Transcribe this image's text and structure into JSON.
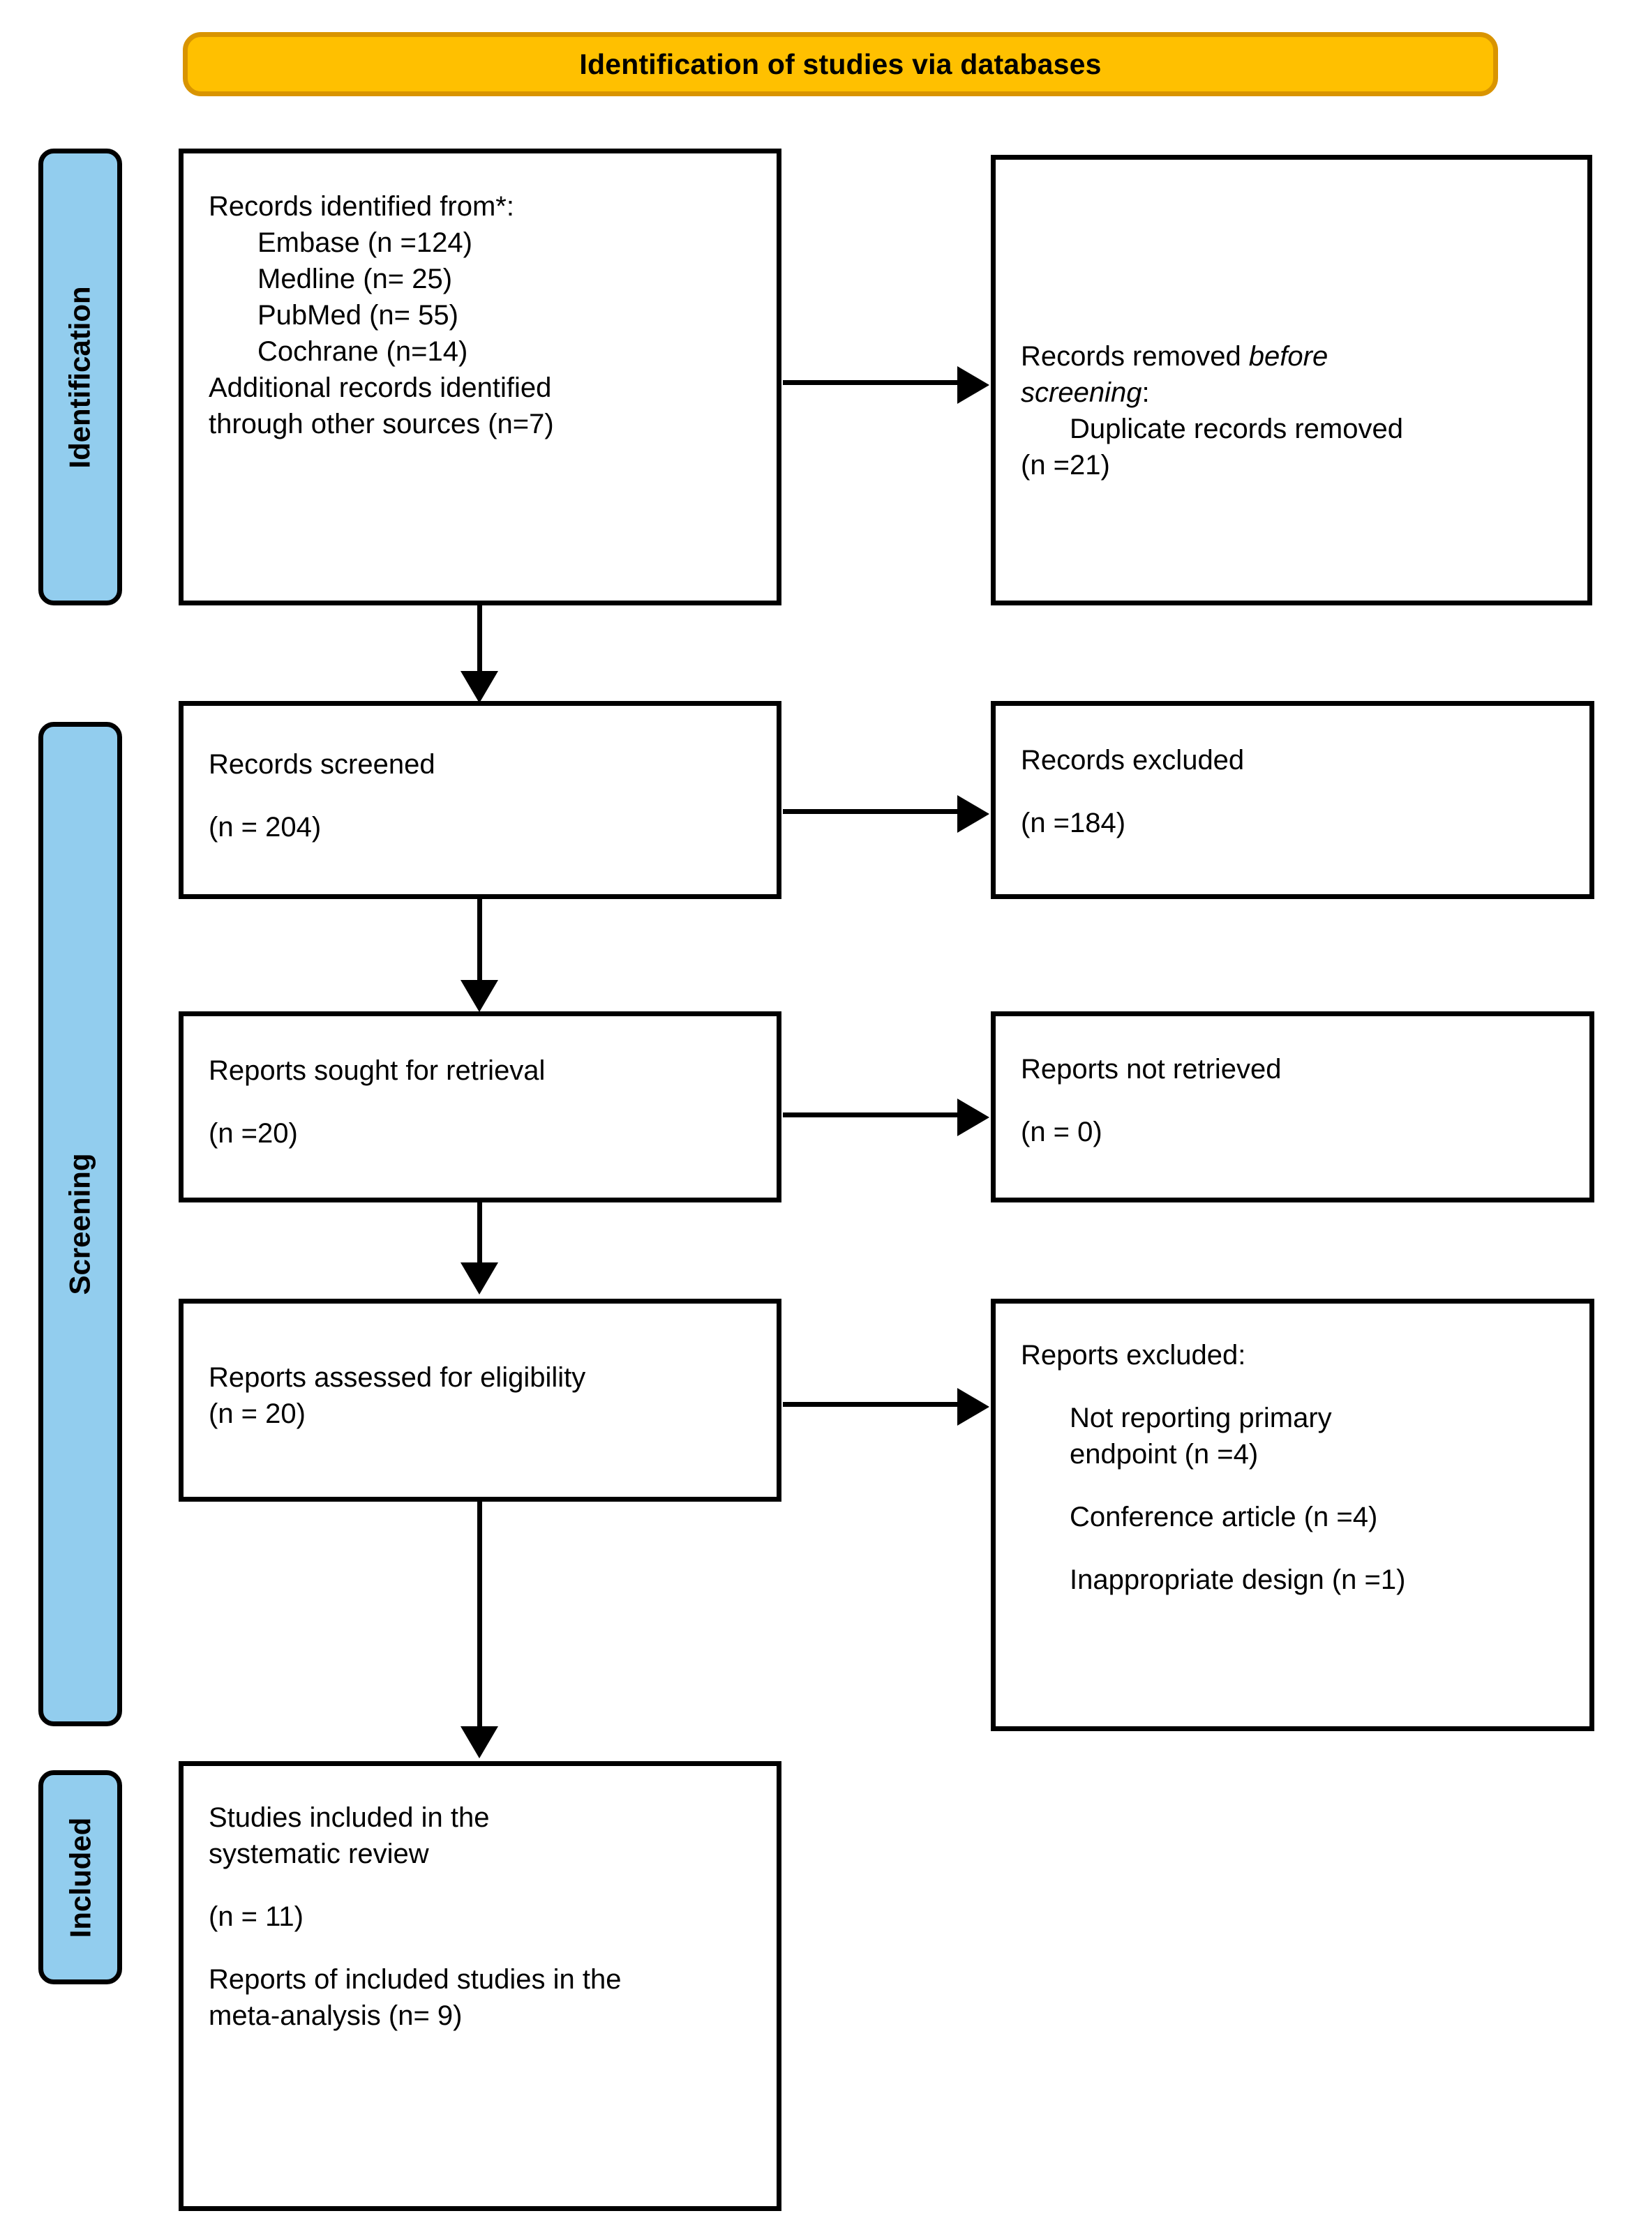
{
  "banner": {
    "title": "Identification of studies via databases"
  },
  "stages": [
    {
      "id": "identification",
      "label": "Identification"
    },
    {
      "id": "screening",
      "label": "Screening"
    },
    {
      "id": "included",
      "label": "Included"
    }
  ],
  "boxes": {
    "records_identified": {
      "heading": "Records identified from*:",
      "sources": [
        "Embase (n =124)",
        "Medline (n= 25)",
        "PubMed (n= 55)",
        "Cochrane (n=14)"
      ],
      "additional_line1": "Additional records identified",
      "additional_line2": "through other sources (n=7)"
    },
    "records_removed": {
      "heading_plain": "Records removed ",
      "heading_italic_1": "before",
      "heading_italic_2": "screening",
      "heading_colon": ":",
      "detail_line1": "Duplicate records removed",
      "detail_line2": "(n =21)"
    },
    "records_screened": {
      "label": "Records screened",
      "count": "(n = 204)"
    },
    "records_excluded": {
      "label": "Records excluded",
      "count": "(n =184)"
    },
    "reports_sought": {
      "label": "Reports sought for retrieval",
      "count": "(n =20)"
    },
    "reports_not_retrieved": {
      "label": "Reports not retrieved",
      "count": "(n = 0)"
    },
    "reports_assessed": {
      "label": "Reports assessed for eligibility",
      "count": "(n = 20)"
    },
    "reports_excluded": {
      "heading": "Reports excluded:",
      "reasons": [
        "Not reporting primary",
        "endpoint (n =4)",
        "Conference article (n =4)",
        "Inappropriate design (n =1)"
      ]
    },
    "studies_included": {
      "line1": "Studies included in the",
      "line2": "systematic review",
      "count1": "(n = 11)",
      "line3": "Reports of included studies in the",
      "line4": "meta-analysis (n= 9)"
    }
  },
  "colors": {
    "banner_fill": "#FFC000",
    "banner_border": "#D99400",
    "stage_tab_fill": "#92CDEE",
    "line": "#000000",
    "box_fill": "#FFFFFF"
  }
}
